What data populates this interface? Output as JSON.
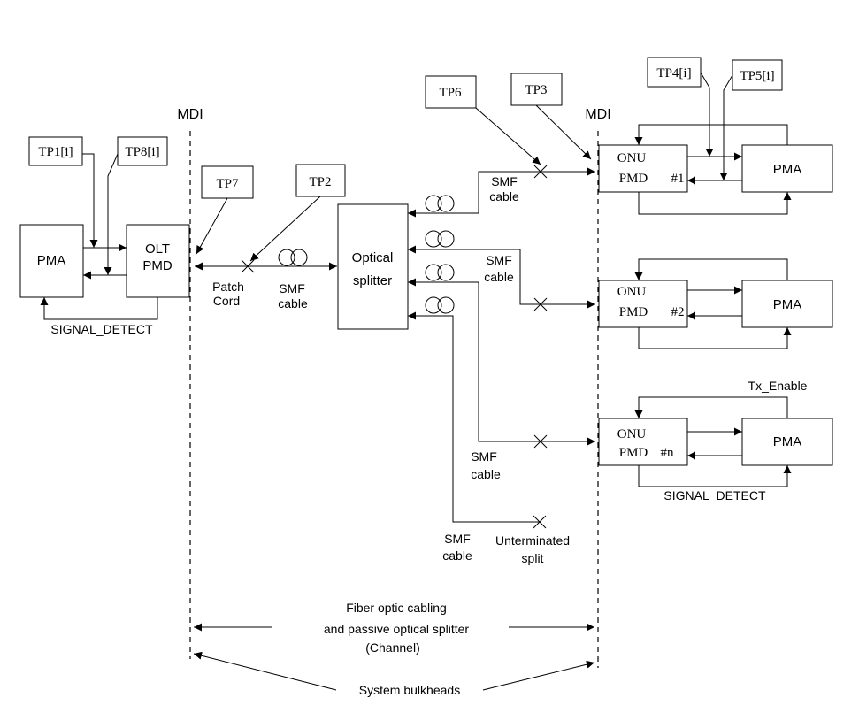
{
  "mdi": {
    "left": "MDI",
    "right": "MDI"
  },
  "olt": {
    "pma": "PMA",
    "pmd_line1": "OLT",
    "pmd_line2": "PMD",
    "signal_detect": "SIGNAL_DETECT"
  },
  "test_points": {
    "tp1": "TP1[i]",
    "tp8": "TP8[i]",
    "tp7": "TP7",
    "tp2": "TP2",
    "tp6": "TP6",
    "tp3": "TP3",
    "tp4": "TP4[i]",
    "tp5": "TP5[i]"
  },
  "patch_cord": {
    "line1": "Patch",
    "line2": "Cord"
  },
  "cables": {
    "feeder": {
      "line1": "SMF",
      "line2": "cable"
    },
    "branch1": {
      "line1": "SMF",
      "line2": "cable"
    },
    "branch2": {
      "line1": "SMF",
      "line2": "cable"
    },
    "branch3": {
      "line1": "SMF",
      "line2": "cable"
    },
    "branch4": {
      "line1": "SMF",
      "line2": "cable"
    }
  },
  "splitter": {
    "line1": "Optical",
    "line2": "splitter"
  },
  "onus": [
    {
      "line1": "ONU",
      "line2": "PMD",
      "index": "#1",
      "pma": "PMA"
    },
    {
      "line1": "ONU",
      "line2": "PMD",
      "index": "#2",
      "pma": "PMA"
    },
    {
      "line1": "ONU",
      "line2": "PMD",
      "index": "#n",
      "pma": "PMA"
    }
  ],
  "onu_signals": {
    "tx_enable": "Tx_Enable",
    "signal_detect": "SIGNAL_DETECT"
  },
  "unterminated": {
    "line1": "Unterminated",
    "line2": "split"
  },
  "channel": {
    "line1": "Fiber optic cabling",
    "line2": "and passive optical splitter",
    "line3": "(Channel)"
  },
  "bulkheads": "System bulkheads"
}
